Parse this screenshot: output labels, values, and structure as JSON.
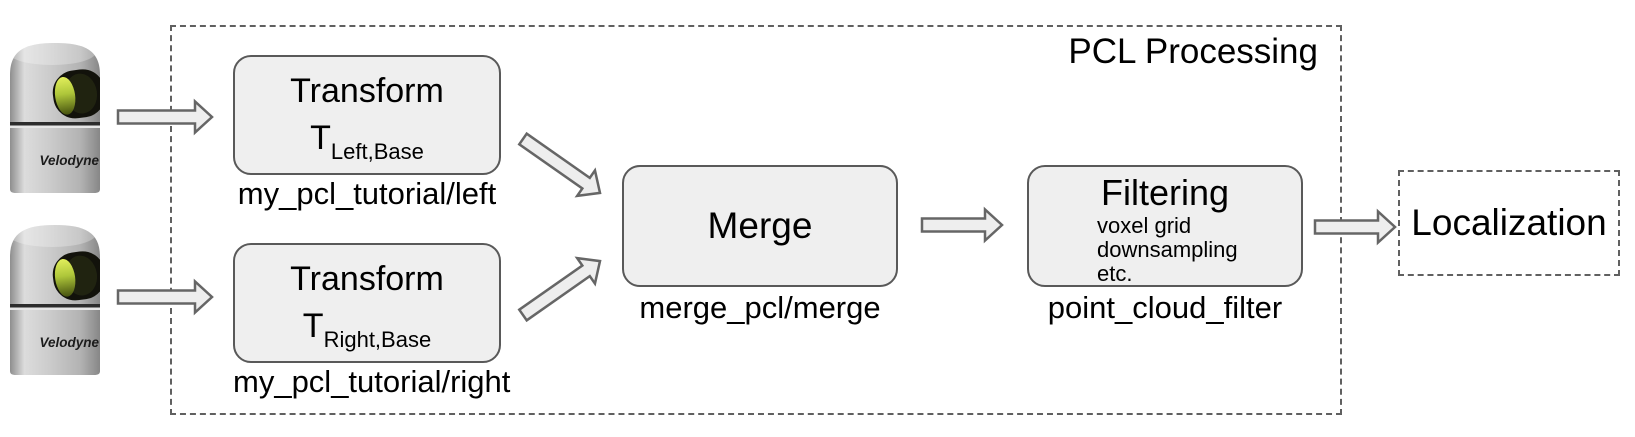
{
  "title": "PCL Processing",
  "sensors": {
    "brand": "Velodyne"
  },
  "nodes": {
    "transform_left": {
      "title": "Transform",
      "symbol": "T",
      "subscript": "Left,Base",
      "topic": "my_pcl_tutorial/left"
    },
    "transform_right": {
      "title": "Transform",
      "symbol": "T",
      "subscript": "Right,Base",
      "topic": "my_pcl_tutorial/right"
    },
    "merge": {
      "title": "Merge",
      "topic": "merge_pcl/merge"
    },
    "filtering": {
      "title": "Filtering",
      "details": [
        "voxel grid",
        "downsampling",
        "etc."
      ],
      "topic": "point_cloud_filter"
    },
    "localization": {
      "title": "Localization"
    }
  },
  "colors": {
    "node_fill": "#efefef",
    "node_border": "#595959",
    "arrow_fill": "#eeeeee",
    "arrow_border": "#666666",
    "dashed_border": "#606060",
    "text": "#000000"
  }
}
